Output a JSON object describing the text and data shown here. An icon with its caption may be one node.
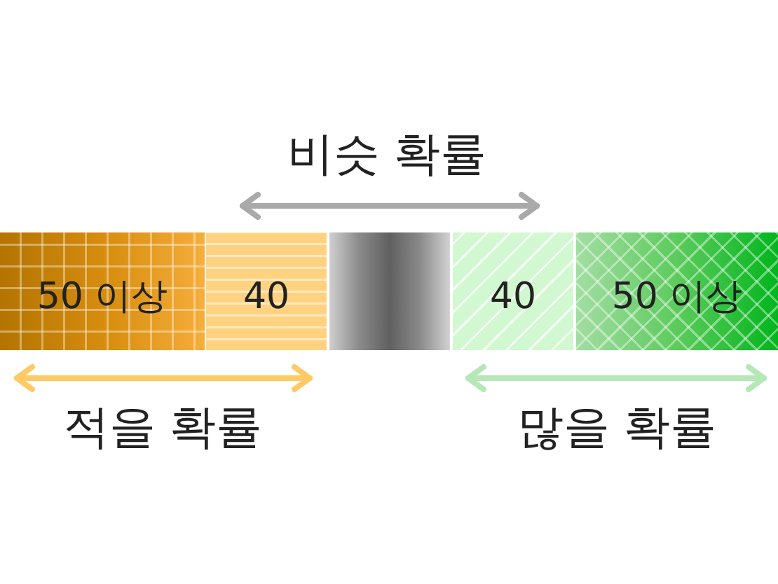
{
  "diagram": {
    "nodes": [
      {
        "text": [
          "50 이상"
        ]
      },
      {
        "text": [
          "40"
        ]
      },
      {
        "text": [],
        "shape": "bar"
      },
      {
        "text": [
          "40"
        ]
      },
      {
        "text": [
          "50 이상"
        ]
      }
    ],
    "edges": [],
    "labels": [
      "비슷 확률",
      "적을 확률",
      "많을 확률"
    ]
  }
}
